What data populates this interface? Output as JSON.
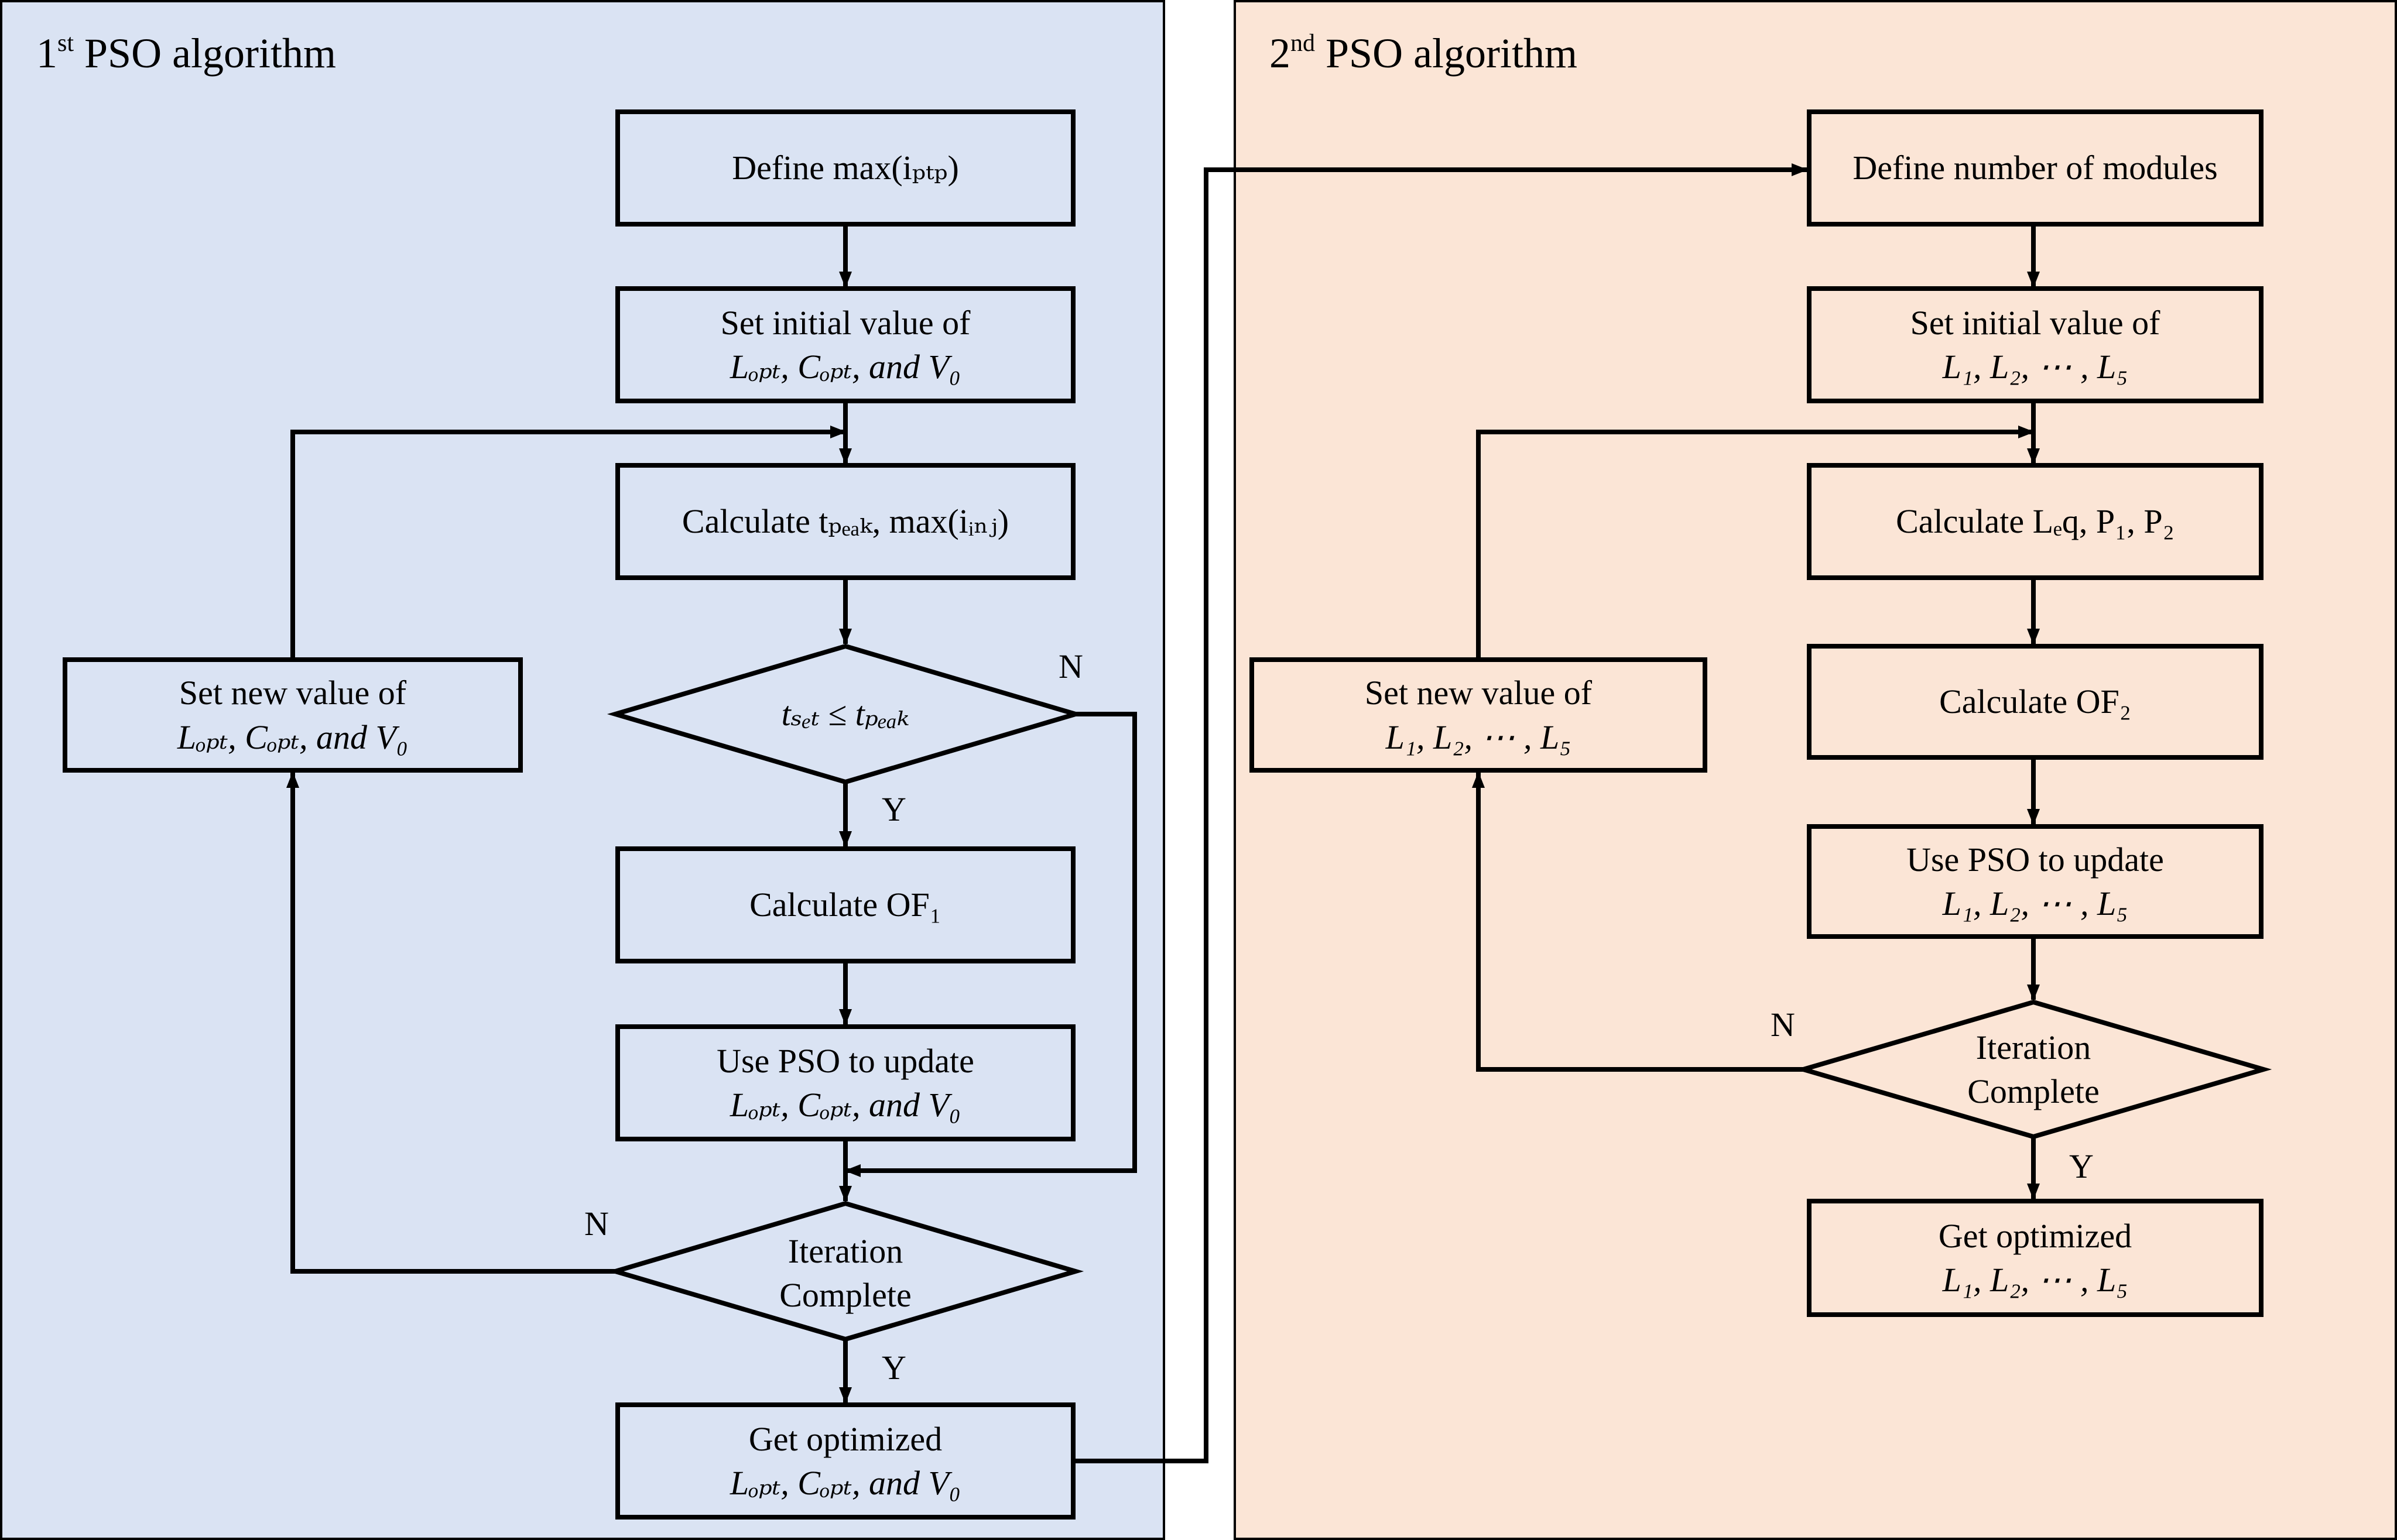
{
  "panel1": {
    "title_prefix": "1",
    "title_sup": "st",
    "title_rest": " PSO algorithm",
    "define": "Define max(iₚₜₚ)",
    "set_initial": [
      "Set initial value of",
      "Lₒₚₜ, Cₒₚₜ, and V₀"
    ],
    "calculate_peak": "Calculate tₚₑₐₖ, max(iᵢₙⱼ)",
    "decision_peak": "tₛₑₜ ≤ tₚₑₐₖ",
    "calculate_of": "Calculate OF₁",
    "use_pso": [
      "Use PSO to update",
      "Lₒₚₜ, Cₒₚₜ, and V₀"
    ],
    "iteration": [
      "Iteration",
      "Complete"
    ],
    "get_optimized": [
      "Get optimized",
      "Lₒₚₜ, Cₒₚₜ, and V₀"
    ],
    "set_new": [
      "Set new value of",
      "Lₒₚₜ, Cₒₚₜ, and V₀"
    ],
    "label_n_peak": "N",
    "label_y_peak": "Y",
    "label_n_iter": "N",
    "label_y_iter": "Y"
  },
  "panel2": {
    "title_prefix": "2",
    "title_sup": "nd",
    "title_rest": " PSO algorithm",
    "define": "Define number of modules",
    "set_initial": [
      "Set initial value of",
      "L₁, L₂, ⋯ , L₅"
    ],
    "calculate_leq": "Calculate Lₑq, P₁, P₂",
    "calculate_of": "Calculate OF₂",
    "use_pso": [
      "Use PSO to update",
      "L₁, L₂, ⋯ , L₅"
    ],
    "iteration": [
      "Iteration",
      "Complete"
    ],
    "get_optimized": [
      "Get optimized",
      "L₁, L₂, ⋯ , L₅"
    ],
    "set_new": [
      "Set new value of",
      "L₁, L₂, ⋯ , L₅"
    ],
    "label_n_iter": "N",
    "label_y_iter": "Y"
  },
  "colors": {
    "panel1_fill": "#dae3f3",
    "panel2_fill": "#fbe5d6",
    "stroke": "#000000"
  }
}
